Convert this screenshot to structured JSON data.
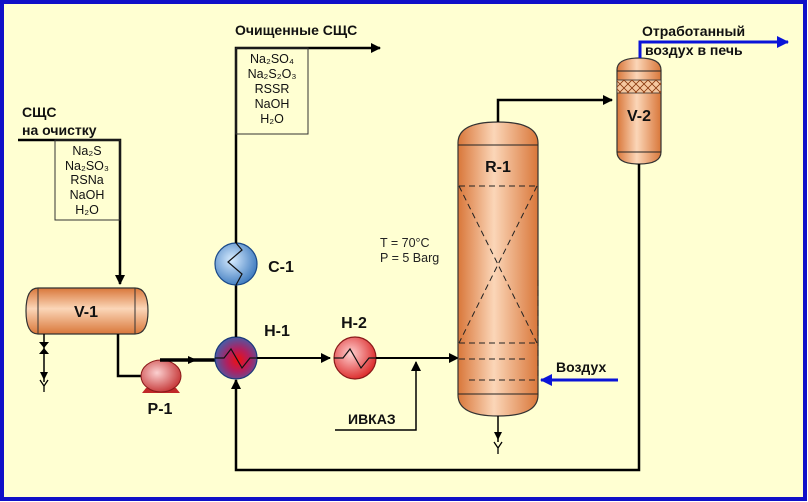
{
  "title": "Process flow diagram – sulfide alkaline wastewater oxidation",
  "colors": {
    "background": "#FFFFD2",
    "frame": "#1010C8",
    "vessel": "#E08A4C",
    "pipe": "#000000",
    "air_line": "#0A14D8",
    "cooler": "#4A90D9",
    "heater": "#E02020"
  },
  "streams": {
    "feed": {
      "label_line1": "СЩС",
      "label_line2": "на очистку",
      "components": [
        "Na₂S",
        "Na₂SO₃",
        "RSNa",
        "NaOH",
        "H₂O"
      ]
    },
    "product": {
      "label": "Очищенные СЩС",
      "components": [
        "Na₂SO₄",
        "Na₂S₂O₃",
        "RSSR",
        "NaOH",
        "H₂O"
      ]
    },
    "spent_air": {
      "label_line1": "Отработанный",
      "label_line2": "воздух в печь"
    },
    "air": {
      "label": "Воздух"
    },
    "catalyst": {
      "label": "ИВКАЗ"
    }
  },
  "equipment": {
    "v1": {
      "tag": "V-1",
      "icon": "horizontal-vessel-icon"
    },
    "p1": {
      "tag": "P-1",
      "icon": "pump-icon"
    },
    "h1": {
      "tag": "H-1",
      "icon": "heat-exchanger-icon"
    },
    "h2": {
      "tag": "H-2",
      "icon": "heater-icon"
    },
    "c1": {
      "tag": "C-1",
      "icon": "cooler-icon"
    },
    "r1": {
      "tag": "R-1",
      "icon": "reactor-column-icon"
    },
    "v2": {
      "tag": "V-2",
      "icon": "separator-vessel-icon"
    }
  },
  "conditions": {
    "temperature": "T = 70°C",
    "pressure": "P = 5 Barg"
  }
}
